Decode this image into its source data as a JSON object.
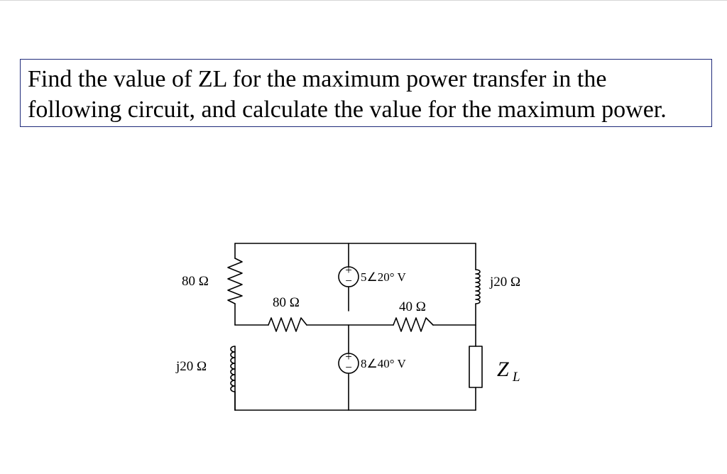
{
  "question": {
    "line1": "Find the value of ZL for the maximum power transfer in the",
    "line2": "following circuit, and calculate the value for the maximum power."
  },
  "circuit": {
    "left_top_resistor": "80 Ω",
    "left_bottom_inductor": "j20 Ω",
    "middle_left_resistor": "80 Ω",
    "middle_right_resistor": "40 Ω",
    "top_source": "5∠20° V",
    "bottom_source": "8∠40° V",
    "right_inductor": "j20 Ω",
    "load_main": "Z",
    "load_sub": "L",
    "source_plus": "+",
    "source_minus": "−"
  }
}
